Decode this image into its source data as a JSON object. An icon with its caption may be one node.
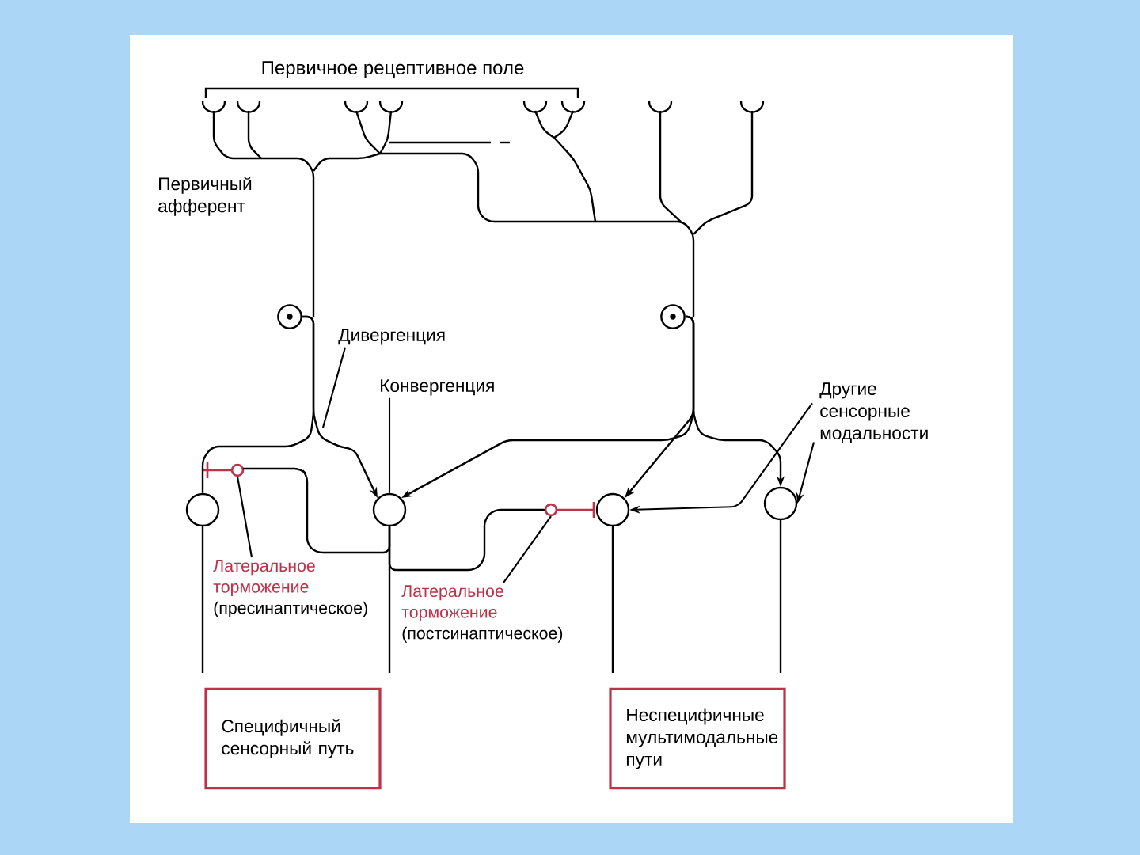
{
  "diagram": {
    "nodes": [
      {
        "text": [
          "Дивергенция"
        ]
      },
      {
        "text": [
          "Конвергенция"
        ]
      },
      {
        "text": [
          "Латеральное торможение",
          "(пресинаптическое)"
        ]
      },
      {
        "text": [
          "Латеральное торможение",
          "(постсинаптическое)"
        ]
      },
      {
        "text": [
          "Другие сенсорные модальности"
        ]
      },
      {
        "text": [
          "Специфичный сенсорный путь"
        ]
      },
      {
        "text": [
          "Неспецифичные мультимодальные пути"
        ]
      },
      {
        "text": [],
        "shape": "circle"
      },
      {
        "text": [],
        "shape": "circle"
      },
      {
        "text": [],
        "shape": "circle"
      },
      {
        "text": [],
        "shape": "circle"
      },
      {
        "text": [],
        "shape": "circle"
      },
      {
        "text": [],
        "shape": "circle"
      }
    ],
    "edges": [
      {
        "from": 0,
        "to": null,
        "arrow": "none"
      },
      {
        "from": 1,
        "to": 8,
        "arrow": "none"
      },
      {
        "from": 2,
        "to": null,
        "arrow": "none"
      },
      {
        "from": 3,
        "to": null,
        "arrow": "none"
      },
      {
        "from": 4,
        "to": 9,
        "arrow": "to"
      },
      {
        "from": 4,
        "to": 10,
        "arrow": "to"
      },
      {
        "from": 11,
        "to": 7,
        "arrow": "none"
      },
      {
        "from": 11,
        "to": 8,
        "arrow": "to"
      },
      {
        "from": 12,
        "to": 8,
        "arrow": "to"
      },
      {
        "from": 12,
        "to": 9,
        "arrow": "to"
      },
      {
        "from": 12,
        "to": 10,
        "arrow": "to"
      },
      {
        "from": 8,
        "to": null,
        "arrow": "none"
      },
      {
        "from": 8,
        "to": null,
        "arrow": "none"
      }
    ],
    "labels": [
      "Первичное рецептивное поле",
      "Первичный афферент"
    ]
  }
}
